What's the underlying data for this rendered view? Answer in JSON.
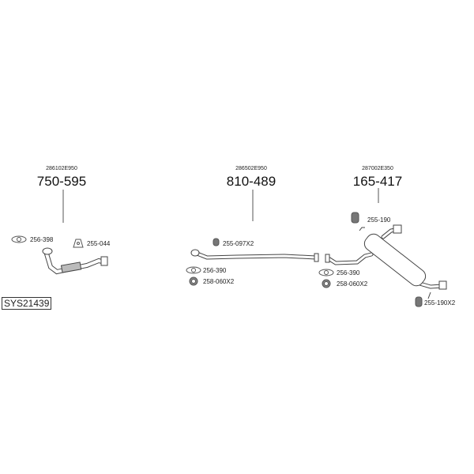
{
  "reference": "SYS21439",
  "sections": [
    {
      "oem": "286102E950",
      "part": "750-595"
    },
    {
      "oem": "286502E950",
      "part": "810-489"
    },
    {
      "oem": "287002E350",
      "part": "165-417"
    }
  ],
  "accessories": [
    {
      "code": "256-398",
      "icon": "gasket-icon"
    },
    {
      "code": "255-044",
      "icon": "rubber-mount-icon"
    },
    {
      "code": "255-097X2",
      "icon": "rubber-mount-icon"
    },
    {
      "code": "256-390",
      "icon": "gasket-icon"
    },
    {
      "code": "258-060X2",
      "icon": "nut-icon"
    },
    {
      "code": "256-390",
      "icon": "gasket-icon"
    },
    {
      "code": "258-060X2",
      "icon": "nut-icon"
    },
    {
      "code": "255-190",
      "icon": "rubber-mount-icon"
    },
    {
      "code": "255-190X2",
      "icon": "rubber-mount-icon"
    }
  ]
}
